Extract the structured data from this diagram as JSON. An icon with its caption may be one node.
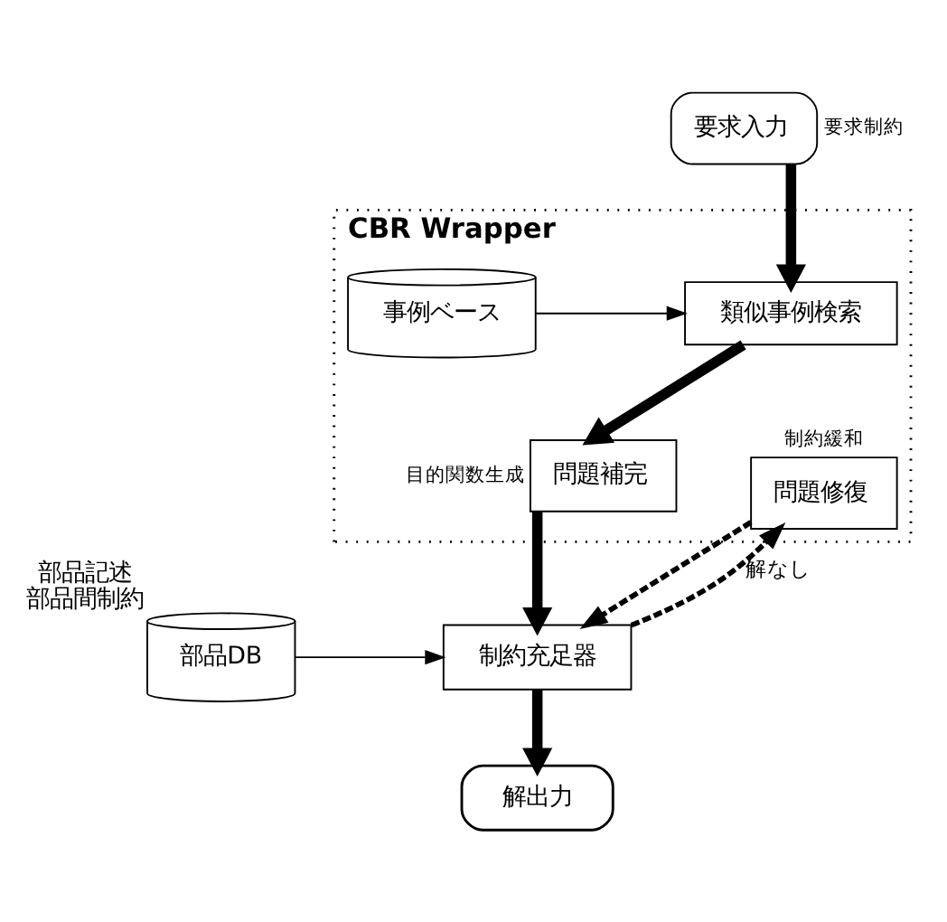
{
  "diagram": {
    "nodes": [
      {
        "text": [
          "要求入力"
        ],
        "beside": [
          "要求制約"
        ]
      },
      {
        "text": [
          "CBR Wrapper"
        ]
      },
      {
        "text": [
          "事例ベース"
        ],
        "in": 1
      },
      {
        "text": [
          "類似事例検索"
        ],
        "in": 1
      },
      {
        "text": [
          "問題補完"
        ],
        "in": 1,
        "beside": [
          "目的関数生成"
        ]
      },
      {
        "text": [
          "問題修復"
        ],
        "in": 1,
        "beside": [
          "制約緩和"
        ]
      },
      {
        "text": [
          "部品DB"
        ],
        "beside": [
          "部品記述",
          "部品間制約"
        ]
      },
      {
        "text": [
          "制約充足器"
        ]
      },
      {
        "text": [
          "解出力"
        ]
      }
    ],
    "edges": [
      {
        "from": 0,
        "to": 3,
        "arrow": "to",
        "style": "thick"
      },
      {
        "from": 2,
        "to": 3,
        "arrow": "to"
      },
      {
        "from": 3,
        "to": 4,
        "arrow": "to",
        "style": "thick"
      },
      {
        "from": 4,
        "to": 7,
        "arrow": "to",
        "style": "thick"
      },
      {
        "from": 6,
        "to": 7,
        "arrow": "to"
      },
      {
        "from": 7,
        "to": 5,
        "arrow": "to",
        "style": "dashed",
        "label": "解なし"
      },
      {
        "from": 5,
        "to": 7,
        "arrow": "to",
        "style": "dashed"
      },
      {
        "from": 7,
        "to": 8,
        "arrow": "to",
        "style": "thick"
      }
    ]
  }
}
